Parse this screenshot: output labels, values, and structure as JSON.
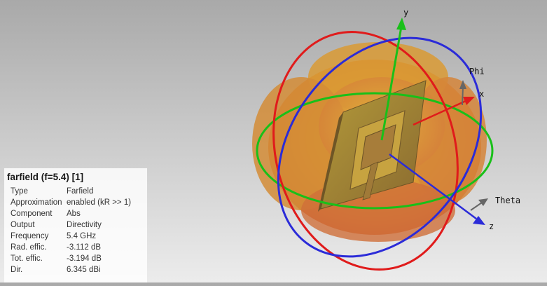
{
  "info_panel": {
    "title": "farfield (f=5.4) [1]",
    "rows": [
      {
        "label": "Type",
        "value": "Farfield"
      },
      {
        "label": "Approximation",
        "value": "enabled (kR >> 1)"
      },
      {
        "label": "Component",
        "value": "Abs"
      },
      {
        "label": "Output",
        "value": "Directivity"
      },
      {
        "label": "Frequency",
        "value": "5.4 GHz"
      },
      {
        "label": "Rad. effic.",
        "value": "-3.112 dB"
      },
      {
        "label": "Tot. effic.",
        "value": "-3.194 dB"
      },
      {
        "label": "Dir.",
        "value": "6.345 dBi"
      }
    ]
  },
  "axes_labels": {
    "y": "y",
    "x": "x",
    "z": "z",
    "phi": "Phi",
    "theta": "Theta"
  },
  "colors": {
    "ring_phi_plane": "#e01b1b",
    "ring_theta_plane": "#2b2bd8",
    "ring_horizontal": "#19c019",
    "axis_y": "#19c019",
    "axis_x": "#e01b1b",
    "axis_z": "#2b2bd8",
    "pattern_core": "#d9a531"
  }
}
